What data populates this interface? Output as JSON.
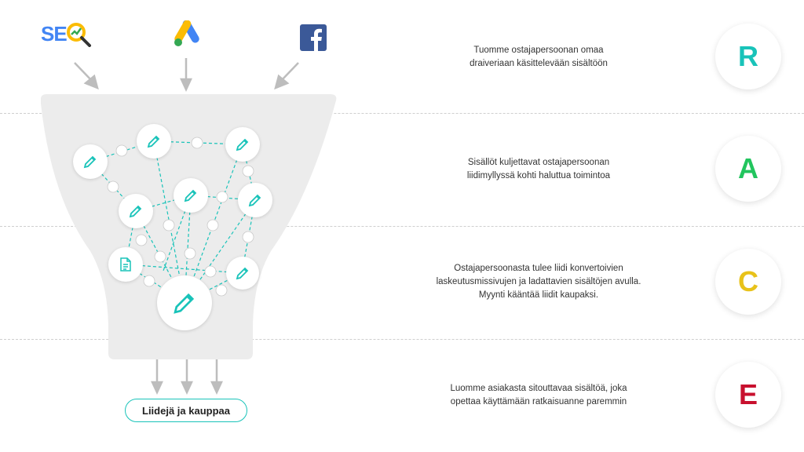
{
  "sources": {
    "seo_label": {
      "s": "SE",
      "o": "O"
    },
    "google_ads_icon": "google-ads-icon",
    "facebook_icon": "facebook-icon"
  },
  "stages": [
    {
      "letter": "R",
      "color": "#19c3b9",
      "text_line1": "Tuomme ostajapersoonan omaa",
      "text_line2": "draiveriaan käsittelevään sisältöön",
      "text_line3": ""
    },
    {
      "letter": "A",
      "color": "#22c55e",
      "text_line1": "Sisällöt kuljettavat ostajapersoonan",
      "text_line2": "liidimyllyssä kohti haluttua toimintoa",
      "text_line3": ""
    },
    {
      "letter": "C",
      "color": "#e8c21a",
      "text_line1": "Ostajapersoonasta tulee liidi konvertoivien",
      "text_line2": "laskeutusmissivujen ja ladattavien sisältöjen avulla.",
      "text_line3": "Myynti kääntää liidit kaupaksi."
    },
    {
      "letter": "E",
      "color": "#c8102e",
      "text_line1": "Luomme asiakasta sitouttavaa sisältöä, joka",
      "text_line2": "opettaa käyttämään ratkaisuanne paremmin",
      "text_line3": ""
    }
  ],
  "cta": {
    "label": "Liidejä ja kauppaa"
  },
  "colors": {
    "accent": "#19c3b9",
    "funnel": "#ececec",
    "arrow": "#bdbdbd"
  }
}
